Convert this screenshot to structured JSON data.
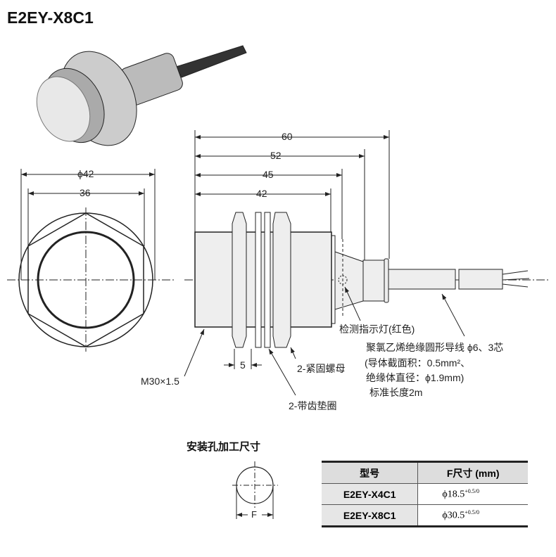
{
  "title": "E2EY-X8C1",
  "dimensions": {
    "d60": "60",
    "d52": "52",
    "d45": "45",
    "d42": "42",
    "phi42": "ϕ42",
    "d36": "36",
    "d5": "5",
    "thread": "M30×1.5"
  },
  "labels": {
    "indicator": "检测指示灯(红色)",
    "nut": "2-紧固螺母",
    "washer": "2-带齿垫圈",
    "cable_1": "聚氯乙烯绝缘圆形导线 ϕ6、3芯",
    "cable_2": "(导体截面积：0.5mm²、",
    "cable_3": "绝缘体直径：ϕ1.9mm)",
    "cable_4": "标准长度2m"
  },
  "mounting": {
    "title": "安装孔加工尺寸",
    "f_label": "F"
  },
  "table": {
    "headers": [
      "型号",
      "F尺寸 (mm)"
    ],
    "rows": [
      {
        "model": "E2EY-X4C1",
        "value": "ϕ18.5",
        "tol": "+0.5/0"
      },
      {
        "model": "E2EY-X8C1",
        "value": "ϕ30.5",
        "tol": "+0.5/0"
      }
    ]
  }
}
